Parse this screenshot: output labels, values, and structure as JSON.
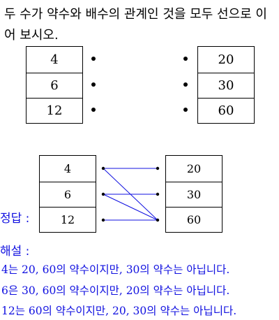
{
  "question": {
    "line1": "두 수가 약수와 배수의 관계인 것을 모두 선으로 이",
    "line2": "어 보시오."
  },
  "left_numbers": [
    "4",
    "6",
    "12"
  ],
  "right_numbers": [
    "20",
    "30",
    "60"
  ],
  "answer": {
    "label": "정답 :",
    "left_numbers": [
      "4",
      "6",
      "12"
    ],
    "right_numbers": [
      "20",
      "30",
      "60"
    ],
    "connections": [
      [
        "4",
        "20"
      ],
      [
        "4",
        "60"
      ],
      [
        "6",
        "30"
      ],
      [
        "6",
        "60"
      ],
      [
        "12",
        "60"
      ]
    ]
  },
  "explanation": {
    "title": "해설 :",
    "lines": [
      "4는 20, 60의 약수이지만, 30의 약수는 아닙니다.",
      "6은 30, 60의 약수이지만, 20의 약수는 아닙니다.",
      "12는 60의 약수이지만, 20, 30의 약수는 아닙니다."
    ]
  },
  "colors": {
    "answer_blue": "#1010e0",
    "text": "#000000"
  }
}
